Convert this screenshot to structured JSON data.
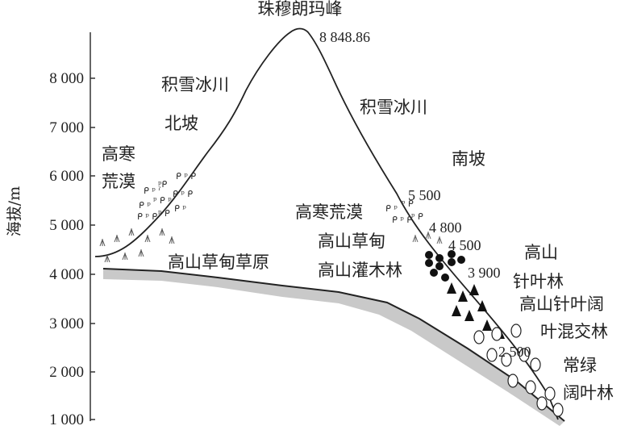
{
  "axis": {
    "y_label": "海拔/m",
    "ticks": [
      "8 000",
      "7 000",
      "6 000",
      "5 000",
      "4 000",
      "3 000",
      "2 000",
      "1 000"
    ]
  },
  "labels": {
    "peak_name": "珠穆朗玛峰",
    "peak_elevation": "8 848.86",
    "glacier_north": "积雪冰川",
    "glacier_south": "积雪冰川",
    "north_slope": "北坡",
    "south_slope": "南坡",
    "north_desert_line1": "高寒",
    "north_desert_line2": "荒漠",
    "north_meadow": "高山草甸草原",
    "south_desert": "高寒荒漠",
    "south_meadow": "高山草甸",
    "south_shrub": "高山灌木林",
    "conifer_line1": "高山",
    "conifer_line2": "针叶林",
    "mixed_line1": "高山针叶阔",
    "mixed_line2": "叶混交林",
    "evergreen_line1": "常绿",
    "evergreen_line2": "阔叶林",
    "elev_5500": "5 500",
    "elev_4800": "4 800",
    "elev_4500": "4 500",
    "elev_3900": "3 900",
    "elev_2500": "2 500"
  }
}
